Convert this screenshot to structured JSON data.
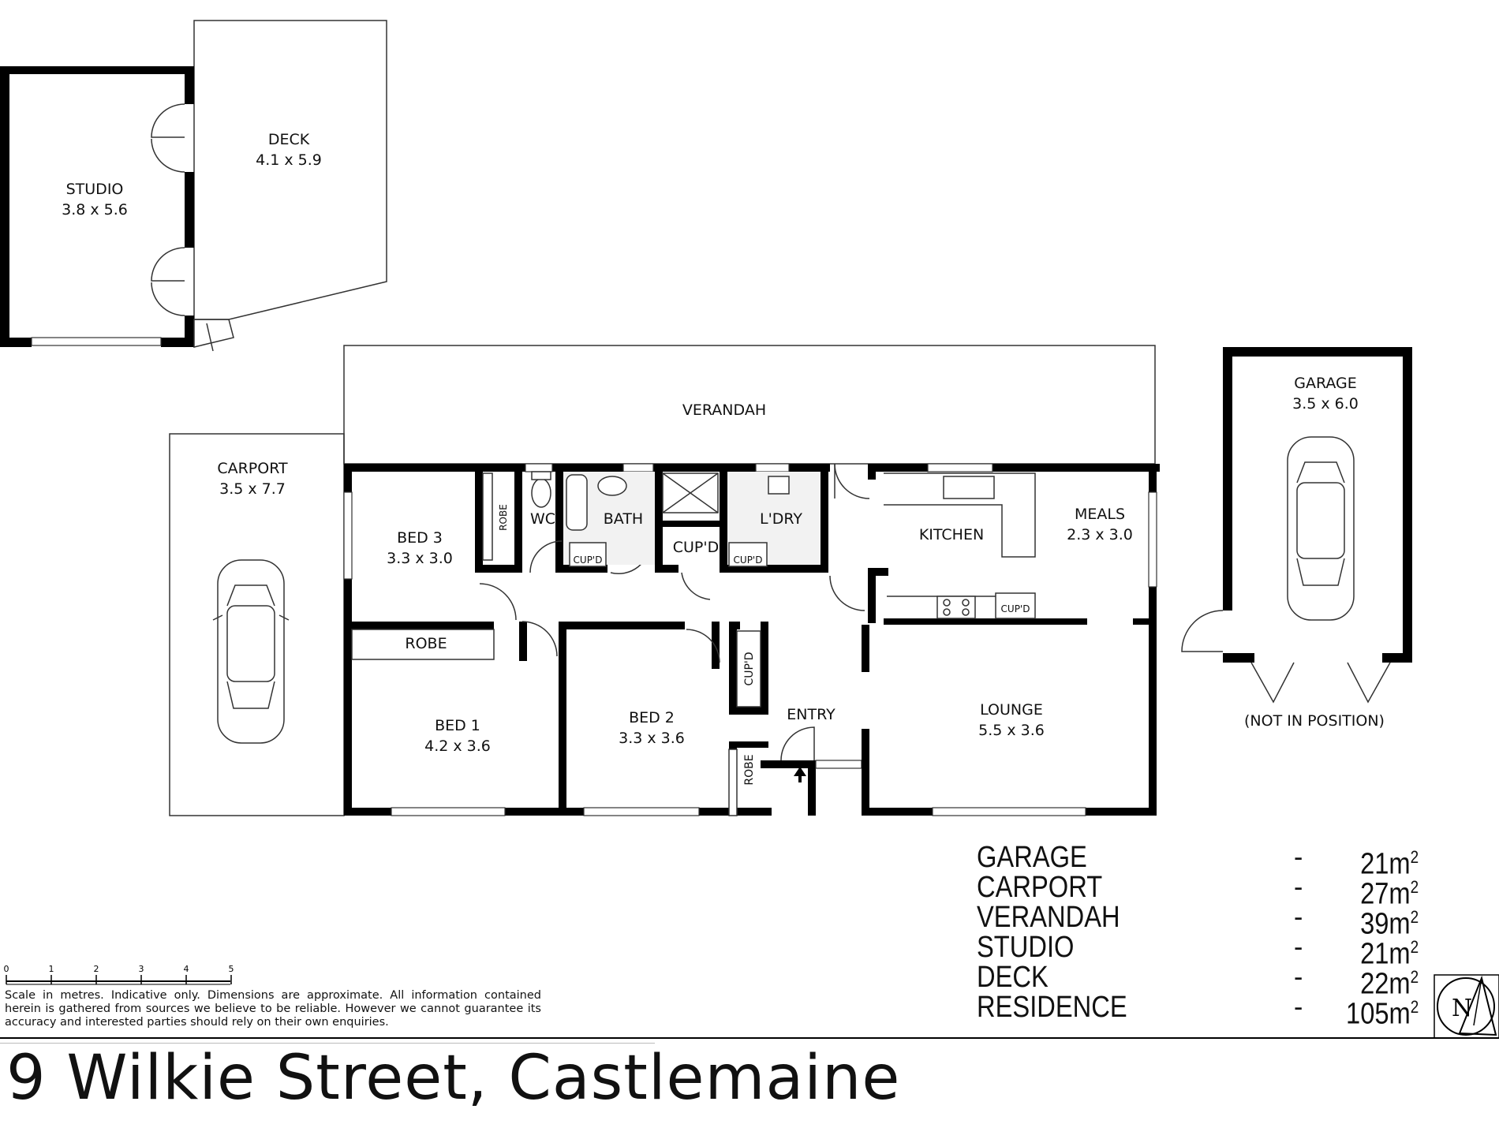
{
  "rooms": {
    "deck": {
      "name": "DECK",
      "dims": "4.1 x 5.9"
    },
    "studio": {
      "name": "STUDIO",
      "dims": "3.8 x 5.6"
    },
    "verandah": {
      "name": "VERANDAH"
    },
    "carport": {
      "name": "CARPORT",
      "dims": "3.5 x 7.7"
    },
    "bed3": {
      "name": "BED 3",
      "dims": "3.3 x 3.0"
    },
    "robe_bed3": {
      "name": "ROBE"
    },
    "wc": {
      "name": "WC"
    },
    "bath": {
      "name": "BATH"
    },
    "cupd_bath": {
      "name": "CUP'D"
    },
    "cupd_hall": {
      "name": "CUP'D"
    },
    "ldry": {
      "name": "L'DRY"
    },
    "cupd_ldry": {
      "name": "CUP'D"
    },
    "kitchen": {
      "name": "KITCHEN"
    },
    "meals": {
      "name": "MEALS",
      "dims": "2.3 x 3.0"
    },
    "cupd_kitchen": {
      "name": "CUP'D"
    },
    "robe_bed1": {
      "name": "ROBE"
    },
    "bed1": {
      "name": "BED 1",
      "dims": "4.2 x 3.6"
    },
    "bed2": {
      "name": "BED 2",
      "dims": "3.3 x 3.6"
    },
    "cupd_entry": {
      "name": "CUP'D"
    },
    "robe_bed2": {
      "name": "ROBE"
    },
    "entry": {
      "name": "ENTRY"
    },
    "lounge": {
      "name": "LOUNGE",
      "dims": "5.5 x 3.6"
    },
    "garage": {
      "name": "GARAGE",
      "dims": "3.5 x 6.0",
      "note": "(NOT IN POSITION)"
    }
  },
  "areas": [
    {
      "name": "GARAGE",
      "dash": "-",
      "value": "21m",
      "sup": "2"
    },
    {
      "name": "CARPORT",
      "dash": "-",
      "value": "27m",
      "sup": "2"
    },
    {
      "name": "VERANDAH",
      "dash": "-",
      "value": "39m",
      "sup": "2"
    },
    {
      "name": "STUDIO",
      "dash": "-",
      "value": "21m",
      "sup": "2"
    },
    {
      "name": "DECK",
      "dash": "-",
      "value": "22m",
      "sup": "2"
    },
    {
      "name": "RESIDENCE",
      "dash": "-",
      "value": "105m",
      "sup": "2"
    }
  ],
  "scale": {
    "ticks": [
      "0",
      "1",
      "2",
      "3",
      "4",
      "5"
    ]
  },
  "compass": {
    "letter": "N"
  },
  "disclaimer": "Scale in metres. Indicative only. Dimensions are approximate. All information contained herein is gathered from sources we believe to be reliable. However we cannot guarantee its accuracy and interested parties should rely on their own enquiries.",
  "address": "9 Wilkie Street, Castlemaine"
}
